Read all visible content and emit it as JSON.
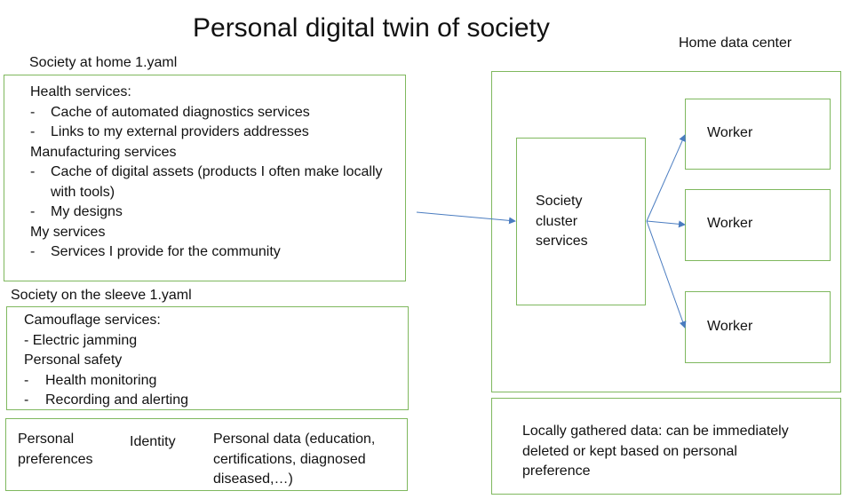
{
  "title": "Personal digital twin of society",
  "home_yaml": {
    "label": "Society at home 1.yaml",
    "lines": [
      {
        "type": "heading",
        "text": "Health services:"
      },
      {
        "type": "bullet",
        "text": "Cache of automated diagnostics services"
      },
      {
        "type": "bullet",
        "text": "Links to my external providers addresses"
      },
      {
        "type": "heading",
        "text": "Manufacturing services"
      },
      {
        "type": "bullet",
        "text": "Cache of digital assets (products I often make locally"
      },
      {
        "type": "continuation",
        "text": "with tools)"
      },
      {
        "type": "bullet",
        "text": "My designs"
      },
      {
        "type": "heading",
        "text": "My services"
      },
      {
        "type": "bullet",
        "text": "Services I provide for the community"
      }
    ]
  },
  "sleeve_yaml": {
    "label": "Society on the sleeve 1.yaml",
    "line1": "Camouflage services:",
    "line2": "- Electric jamming",
    "line3": "Personal safety",
    "bullet1": "Health monitoring",
    "bullet2": "Recording and alerting"
  },
  "personal_row": {
    "preferences": "Personal\npreferences",
    "identity": "Identity",
    "data": "Personal data (education,\ncertifications, diagnosed\ndiseased,…)"
  },
  "home_dc": {
    "label": "Home data center",
    "cluster": "Society\ncluster\nservices",
    "workers": [
      "Worker",
      "Worker",
      "Worker"
    ]
  },
  "local_data": "Locally gathered data: can be immediately\ndeleted or kept based on personal\npreference",
  "colors": {
    "border": "#7fb85e",
    "arrow": "#4a7cc0"
  }
}
